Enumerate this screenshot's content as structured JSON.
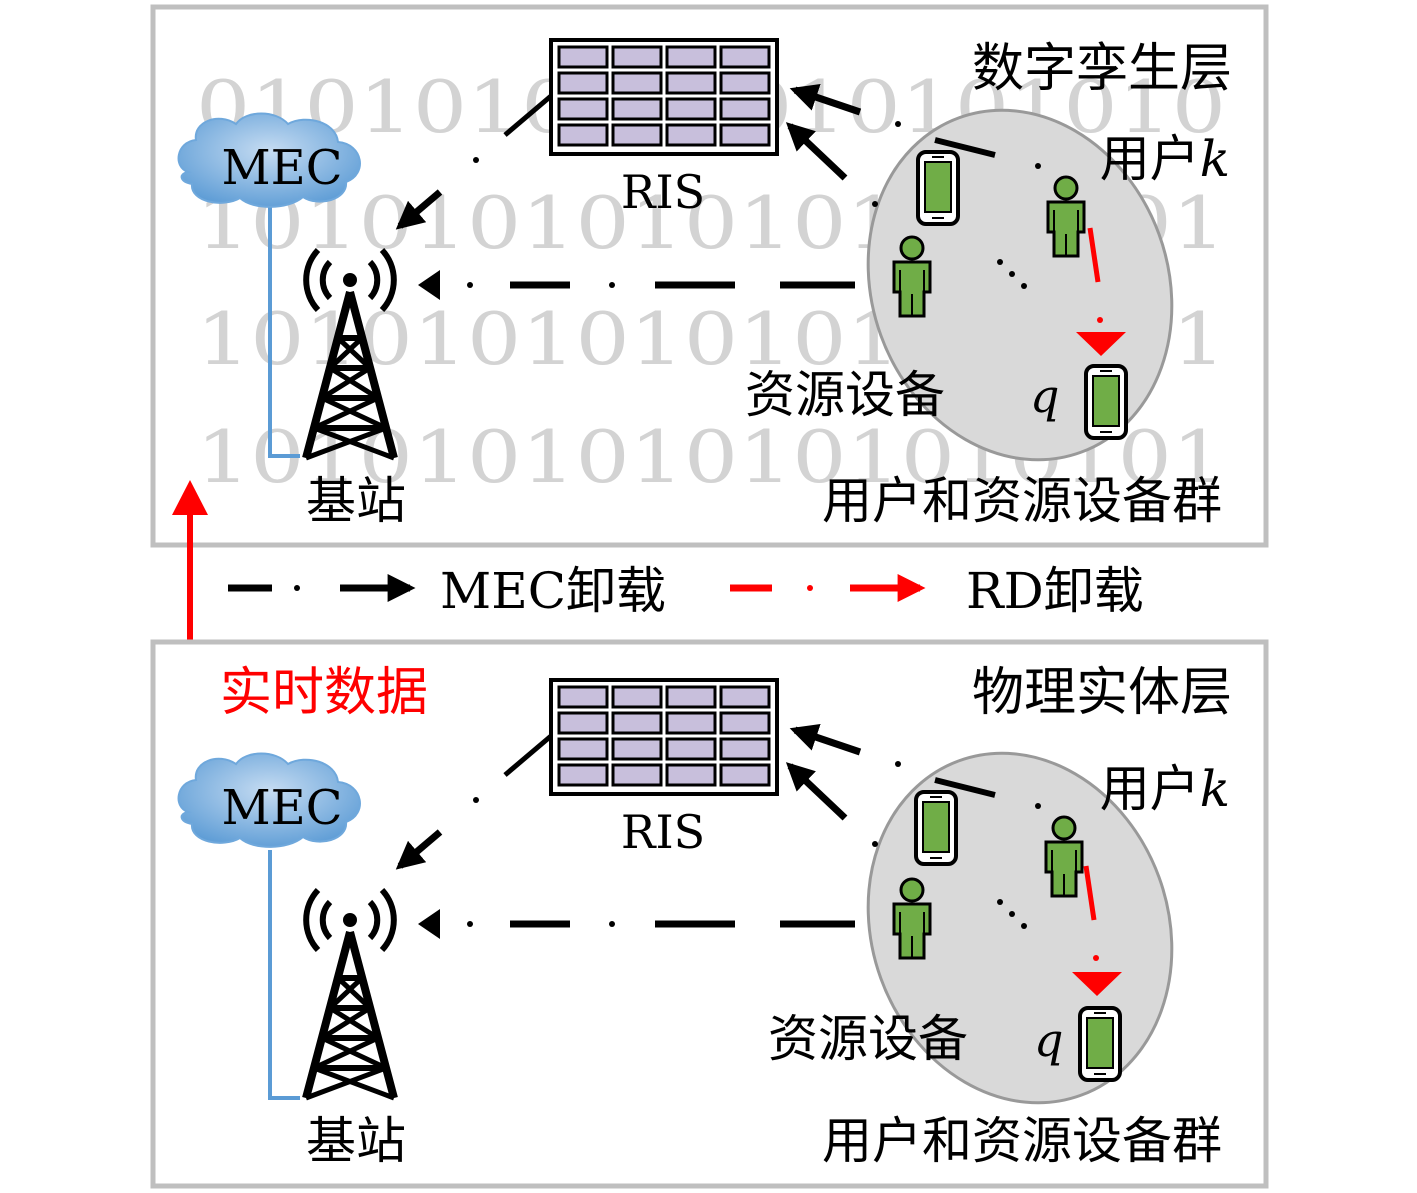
{
  "digital_layer": {
    "title": "数字孪生层",
    "binary_rows": [
      "0101010101010101010",
      "1010101010101010101",
      "1010101010101010101",
      "1010101010101010101"
    ],
    "mec_label": "MEC",
    "ris_label": "RIS",
    "base_station_label": "基站",
    "user_label": "用户",
    "user_var": "k",
    "resource_label": "资源设备",
    "resource_var": "q",
    "group_label": "用户和资源设备群"
  },
  "legend": {
    "mec_offload": "MEC卸载",
    "rd_offload": "RD卸载"
  },
  "realtime_label": "实时数据",
  "physical_layer": {
    "title": "物理实体层",
    "mec_label": "MEC",
    "ris_label": "RIS",
    "base_station_label": "基站",
    "user_label": "用户",
    "user_var": "k",
    "resource_label": "资源设备",
    "resource_var": "q",
    "group_label": "用户和资源设备群"
  },
  "colors": {
    "offload_red": "#ff0000",
    "cloud_blue": "#5a9bd5",
    "phone_green": "#70ad47",
    "person_green": "#70ad47",
    "ris_fill": "#c8bfdc",
    "group_fill": "#d9d9d9",
    "frame_gray": "#bfbfbf"
  },
  "icons": [
    "cloud-icon",
    "tower-icon",
    "ris-panel-icon",
    "person-icon",
    "phone-icon"
  ]
}
